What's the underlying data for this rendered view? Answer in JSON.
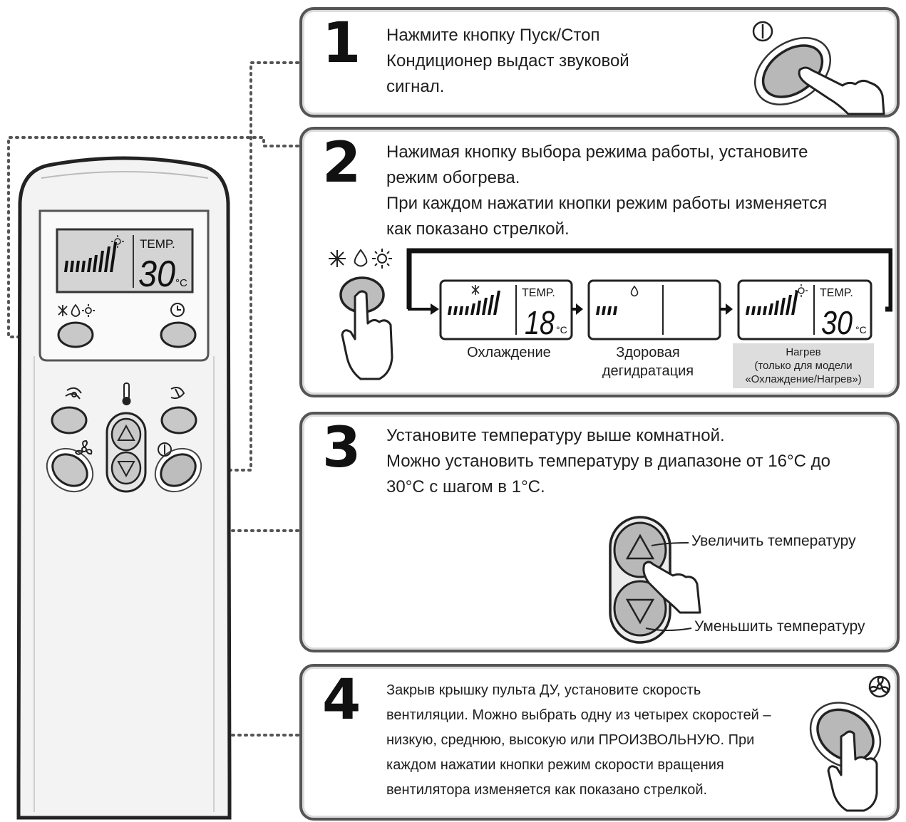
{
  "remote": {
    "lcd_temp_label": "TEMP.",
    "lcd_temp_value": "30",
    "lcd_unit": "°C"
  },
  "steps": [
    {
      "number": "1",
      "lines": [
        "Нажмите кнопку Пуск/Стоп",
        "Кондиционер выдаст звуковой",
        "сигнал."
      ]
    },
    {
      "number": "2",
      "lines": [
        "Нажимая кнопку выбора режима работы, установите",
        "режим обогрева.",
        "При каждом нажатии кнопки режим работы изменяется",
        "как показано стрелкой."
      ]
    },
    {
      "number": "3",
      "lines": [
        "Установите температуру выше комнатной.",
        "Можно установить температуру в диапазоне от 16°C до",
        "30°C с шагом в 1°C."
      ]
    },
    {
      "number": "4",
      "lines": [
        "Закрыв крышку пульта ДУ, установите скорость",
        "вентиляции. Можно выбрать одну из четырех скоростей –",
        "низкую, среднюю, высокую или ПРОИЗВОЛЬНУЮ. При",
        "каждом нажатии кнопки режим скорости вращения",
        "вентилятора изменяется как показано стрелкой."
      ]
    }
  ],
  "modes": {
    "cool": {
      "temp_label": "TEMP.",
      "temp_value": "18",
      "unit": "°C",
      "caption_lines": [
        "Охлаждение"
      ]
    },
    "dry": {
      "caption_lines": [
        "Здоровая",
        "дегидратация"
      ]
    },
    "heat": {
      "temp_label": "TEMP.",
      "temp_value": "30",
      "unit": "°C",
      "caption_lines": [
        "Нагрев",
        "(только для модели",
        "«Охлаждение/Нагрев»)"
      ]
    }
  },
  "temp_buttons": {
    "increase_label": "Увеличить температуру",
    "decrease_label": "Уменьшить температуру"
  },
  "icons": {
    "power": "power-icon",
    "mode": "mode-icons",
    "timer": "clock-icon",
    "fan": "fan-icon",
    "swing": "swing-icon",
    "thermometer": "thermometer-icon"
  }
}
